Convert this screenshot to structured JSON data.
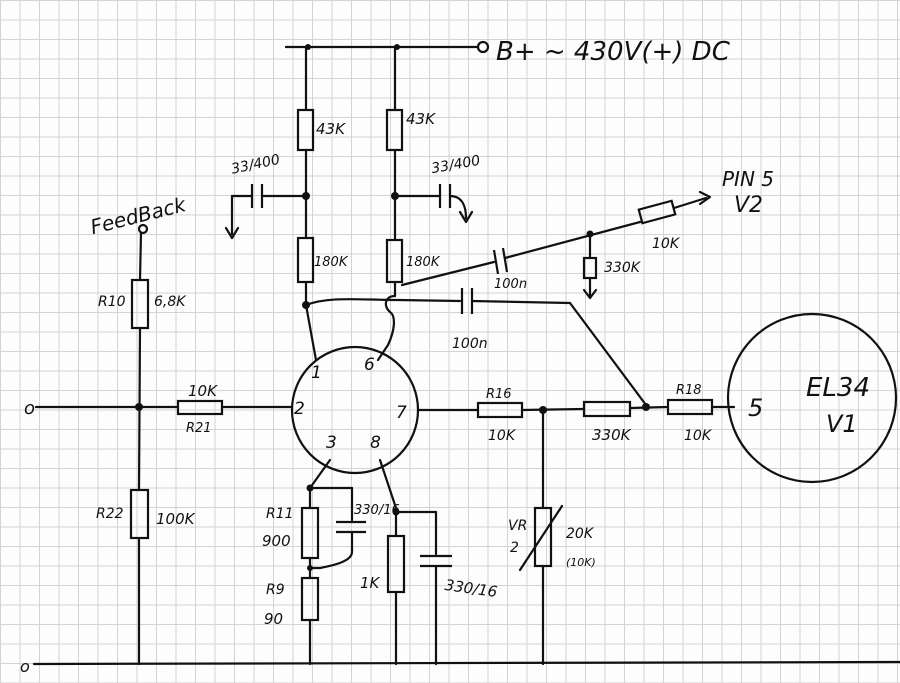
{
  "supply": {
    "label": "B+ ~ 430V(+) DC"
  },
  "feedback": {
    "label": "FeedBack"
  },
  "plate_loads": [
    {
      "value": "43K"
    },
    {
      "value": "43K"
    }
  ],
  "decoupling_caps": [
    {
      "value": "33/400"
    },
    {
      "value": "33/400"
    }
  ],
  "grid_resistors": [
    {
      "value": "180K"
    },
    {
      "value": "180K"
    }
  ],
  "coupling_caps": [
    {
      "value": "100n"
    },
    {
      "value": "100n"
    }
  ],
  "output_v2": {
    "pin": "PIN 5",
    "tube": "V2",
    "resistor": "10K",
    "bias": "330K"
  },
  "r10": {
    "ref": "R10",
    "value": "6,8K"
  },
  "r21": {
    "ref": "R21",
    "value": "10K"
  },
  "r22": {
    "ref": "R22",
    "value": "100K"
  },
  "tube_pins": [
    "1",
    "6",
    "2",
    "7",
    "3",
    "8"
  ],
  "r16": {
    "ref": "R16",
    "value": "10K"
  },
  "r330": {
    "value": "330K"
  },
  "r18": {
    "ref": "R18",
    "value": "10K"
  },
  "vr2": {
    "ref": "VR",
    "index": "2",
    "value": "20K",
    "note": "(10K)"
  },
  "r11": {
    "ref": "R11",
    "value": "900"
  },
  "r9": {
    "ref": "R9",
    "value": "90"
  },
  "cathode_caps": [
    {
      "value": "330/16"
    },
    {
      "value": "330/16"
    }
  ],
  "cathode_resistor": {
    "value": "1K"
  },
  "el34": {
    "tube": "EL34",
    "pin": "5",
    "ref": "V1"
  },
  "input": {
    "terminal": "o"
  },
  "ground": {
    "terminal": "o"
  }
}
